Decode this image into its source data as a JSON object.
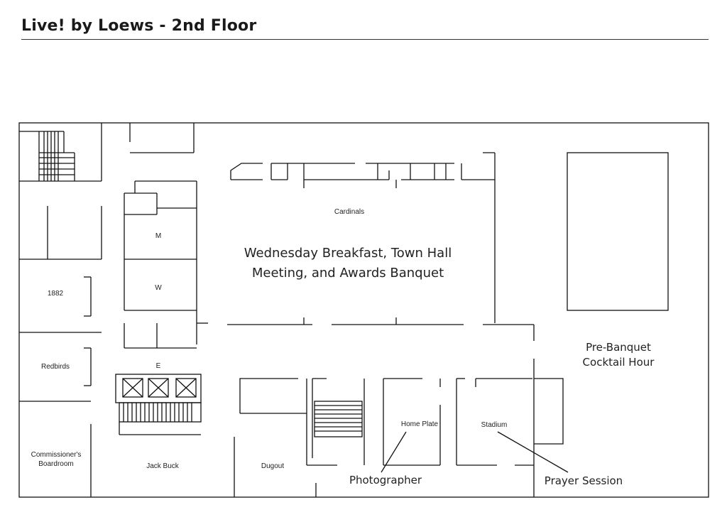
{
  "title": "Live! by Loews - 2nd Floor",
  "rooms": {
    "cardinals": "Cardinals",
    "m": "M",
    "w": "W",
    "e": "E",
    "r1882": "1882",
    "redbirds": "Redbirds",
    "commissioners_line1": "Commissioner's",
    "commissioners_line2": "Boardroom",
    "jack_buck": "Jack Buck",
    "dugout": "Dugout",
    "home_plate": "Home Plate",
    "stadium": "Stadium"
  },
  "events": {
    "main_line1": "Wednesday Breakfast, Town Hall",
    "main_line2": "Meeting, and Awards Banquet",
    "prebanquet_line1": "Pre-Banquet",
    "prebanquet_line2": "Cocktail Hour",
    "photographer": "Photographer",
    "prayer": "Prayer Session"
  }
}
